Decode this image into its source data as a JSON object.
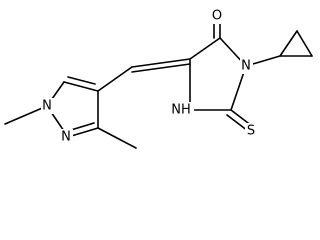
{
  "structure": {
    "atoms": {
      "ketone_oxygen": "O",
      "imidazolidine_n3": "N",
      "imidazolidine_n1h": "NH",
      "thione_sulfur": "S",
      "pyrazole_n1": "N",
      "pyrazole_n2": "N"
    }
  }
}
